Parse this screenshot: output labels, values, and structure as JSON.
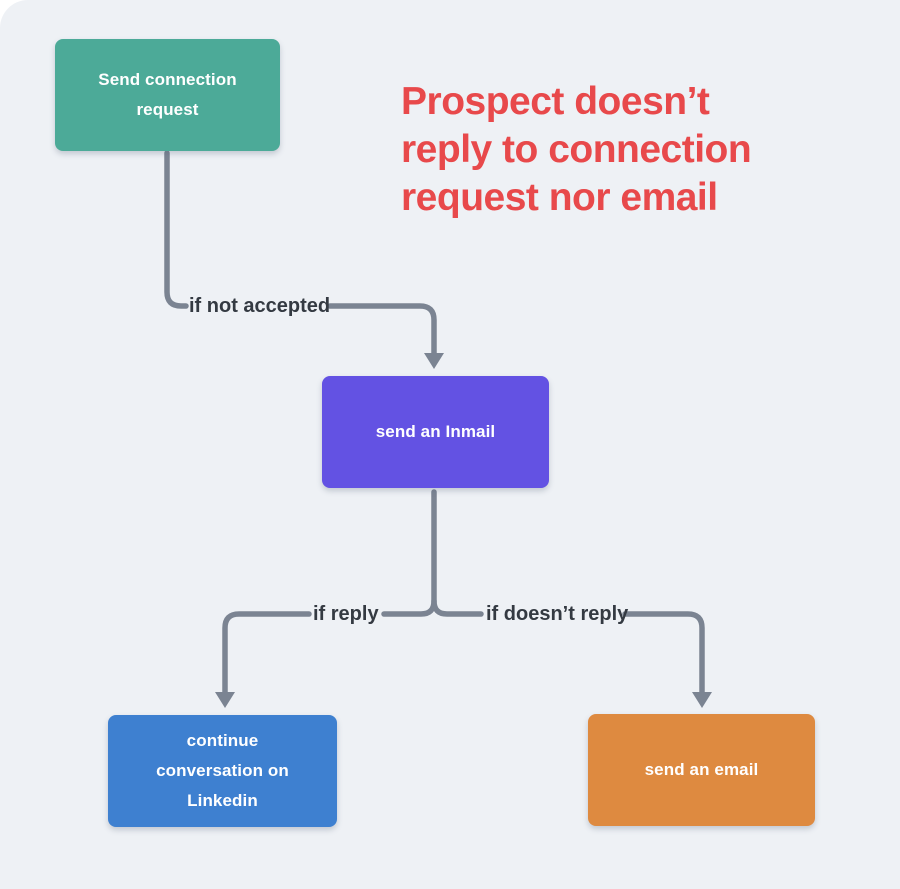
{
  "page": {
    "background": "#FFFFFF",
    "canvas_background": "#EEF1F5"
  },
  "heading": {
    "lines": [
      "Prospect doesn’t",
      "reply to connection",
      "request nor email"
    ],
    "color": "#E8494B"
  },
  "nodes": [
    {
      "id": "send-connection-request",
      "label": "Send connection request",
      "fill": "#4CAA98",
      "text_color": "#FFFFFF"
    },
    {
      "id": "send-an-inmail",
      "label": "send an Inmail",
      "fill": "#6352E3",
      "text_color": "#FFFFFF"
    },
    {
      "id": "continue-conversation-on-linkedin",
      "label": "continue conversation on Linkedin",
      "fill": "#3E80D0",
      "text_color": "#FFFFFF"
    },
    {
      "id": "send-an-email",
      "label": "send an email",
      "fill": "#DE8A40",
      "text_color": "#FFFFFF"
    }
  ],
  "edges": [
    {
      "from": "send-connection-request",
      "to": "send-an-inmail",
      "label": "if not accepted"
    },
    {
      "from": "send-an-inmail",
      "to": "continue-conversation-on-linkedin",
      "label": "if reply"
    },
    {
      "from": "send-an-inmail",
      "to": "send-an-email",
      "label": "if doesn’t reply"
    }
  ],
  "connectors": {
    "color": "#7B8492",
    "label_color": "#343A42"
  }
}
